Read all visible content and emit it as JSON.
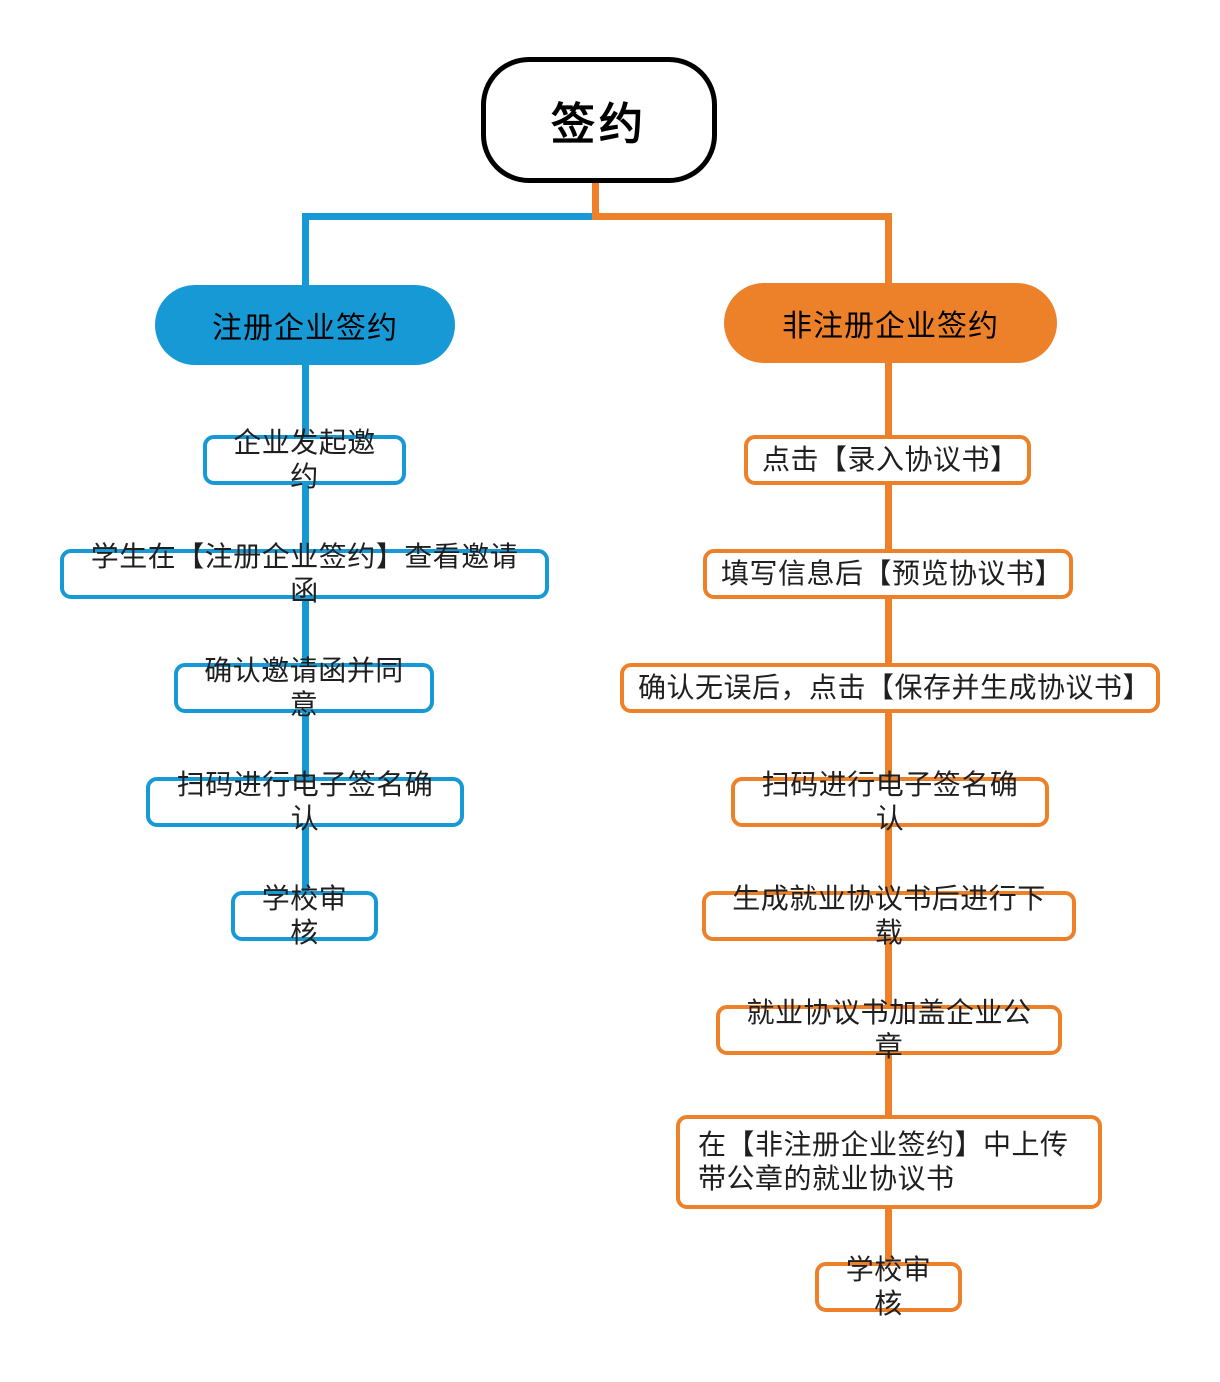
{
  "chart_data": {
    "type": "diagram",
    "title": "签约",
    "subtype": "flowchart",
    "orientation": "top-down",
    "colors": {
      "root_border": "#000000",
      "branch_blue": "#1799d6",
      "branch_orange": "#ed8129",
      "node_fill": "#ffffff",
      "text": "#1f1f1f",
      "background": "#ffffff"
    },
    "root": {
      "label": "签约"
    },
    "branches": [
      {
        "id": "registered",
        "header": "注册企业签约",
        "color": "#1799d6",
        "steps": [
          "企业发起邀约",
          "学生在【注册企业签约】查看邀请函",
          "确认邀请函并同意",
          "扫码进行电子签名确认",
          "学校审核"
        ]
      },
      {
        "id": "unregistered",
        "header": "非注册企业签约",
        "color": "#ed8129",
        "steps": [
          "点击【录入协议书】",
          "填写信息后【预览协议书】",
          "确认无误后，点击【保存并生成协议书】",
          "扫码进行电子签名确认",
          "生成就业协议书后进行下载",
          "就业协议书加盖企业公章",
          "在【非注册企业签约】中上传带公章的就业协议书",
          "学校审核"
        ]
      }
    ]
  },
  "root": {
    "label": "签约"
  },
  "left": {
    "header": "注册企业签约",
    "steps": [
      {
        "label": "企业发起邀约"
      },
      {
        "label": "学生在【注册企业签约】查看邀请函"
      },
      {
        "label": "确认邀请函并同意"
      },
      {
        "label": "扫码进行电子签名确认"
      },
      {
        "label": "学校审核"
      }
    ]
  },
  "right": {
    "header": "非注册企业签约",
    "steps": [
      {
        "label": "点击【录入协议书】"
      },
      {
        "label": "填写信息后【预览协议书】"
      },
      {
        "label": "确认无误后，点击【保存并生成协议书】"
      },
      {
        "label": "扫码进行电子签名确认"
      },
      {
        "label": "生成就业协议书后进行下载"
      },
      {
        "label": "就业协议书加盖企业公章"
      },
      {
        "label_line1": "在【非注册企业签约】中上传",
        "label_line2": "带公章的就业协议书"
      },
      {
        "label": "学校审核"
      }
    ]
  }
}
